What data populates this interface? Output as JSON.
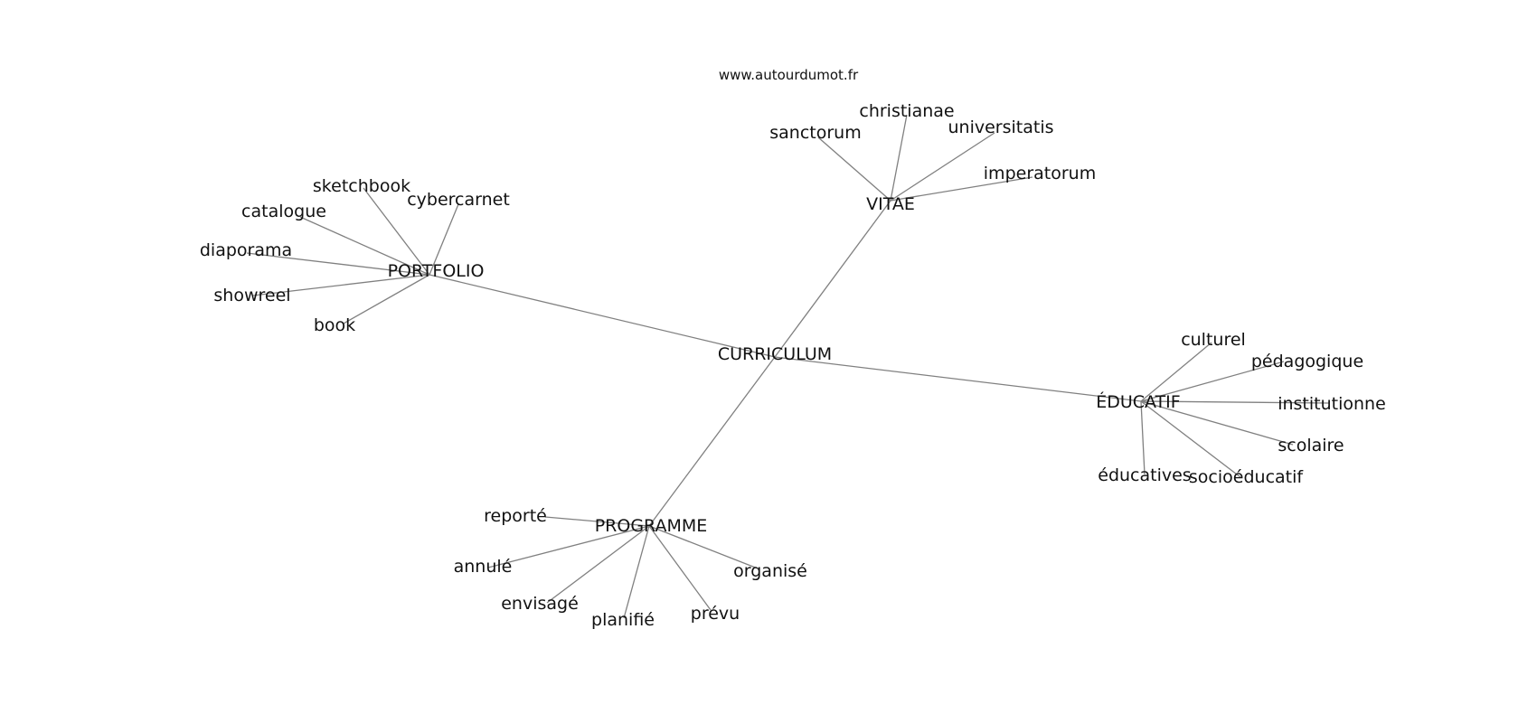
{
  "credit": "www.autourdumot.fr",
  "root": "CURRICULUM",
  "branches": [
    {
      "id": "portfolio",
      "hub": "PORTFOLIO",
      "leaves": [
        "sketchbook",
        "cybercarnet",
        "catalogue",
        "diaporama",
        "showreel",
        "book"
      ]
    },
    {
      "id": "vitae",
      "hub": "VITAE",
      "leaves": [
        "christianae",
        "sanctorum",
        "universitatis",
        "imperatorum"
      ]
    },
    {
      "id": "educatif",
      "hub": "ÉDUCATIF",
      "leaves": [
        "culturel",
        "pédagogique",
        "institutionne",
        "scolaire",
        "éducatives",
        "socioéducatif"
      ]
    },
    {
      "id": "programme",
      "hub": "PROGRAMME",
      "leaves": [
        "reporté",
        "annulé",
        "envisagé",
        "planifié",
        "prévu",
        "organisé"
      ]
    }
  ]
}
